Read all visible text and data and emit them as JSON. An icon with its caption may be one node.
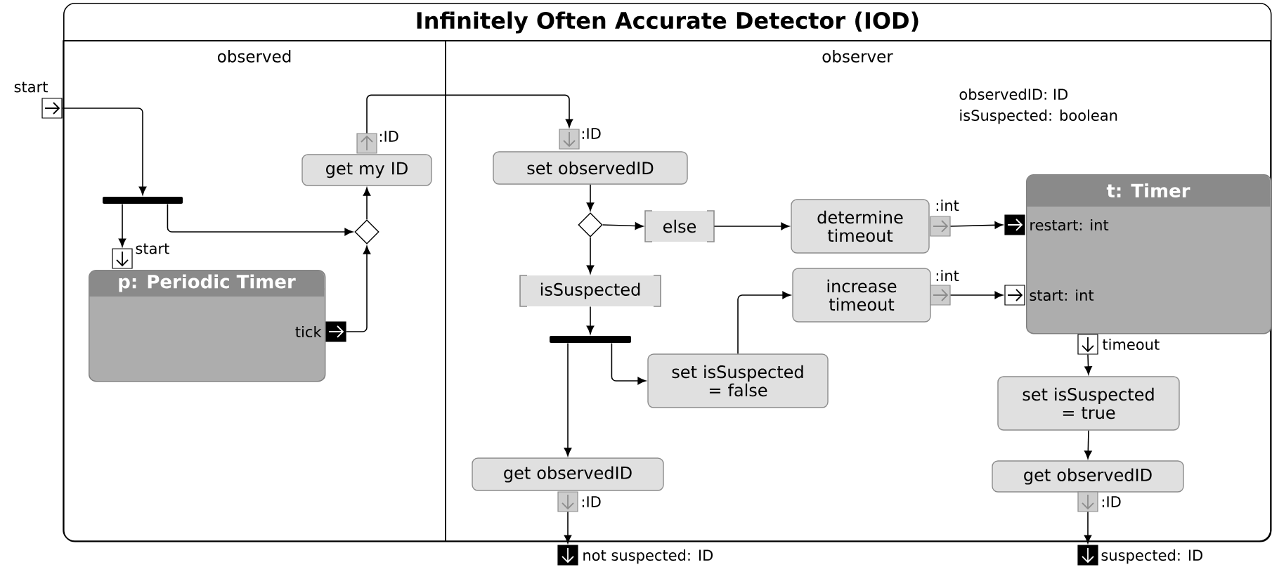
{
  "diagram": {
    "nodes": [
      {
        "text": [
          "Infinitely Often Accurate Detector (IOD)"
        ]
      },
      {
        "text": [
          "observed"
        ],
        "in": 0
      },
      {
        "text": [
          "observer"
        ],
        "in": 0
      },
      {
        "text": [],
        "shape": "box",
        "beside": [
          "start"
        ]
      },
      {
        "text": [],
        "shape": "bar",
        "in": 1
      },
      {
        "text": [
          "p: Periodic Timer"
        ],
        "in": 1
      },
      {
        "text": [],
        "shape": "box",
        "beside": [
          "start"
        ],
        "in": 1
      },
      {
        "text": [],
        "shape": "box",
        "beside": [
          "tick"
        ],
        "in": 1
      },
      {
        "text": [],
        "shape": "diamond",
        "in": 1
      },
      {
        "text": [
          "get my ID"
        ],
        "in": 1
      },
      {
        "text": [],
        "shape": "box",
        "beside": [
          ":ID"
        ],
        "in": 1
      },
      {
        "text": [],
        "shape": "box",
        "beside": [
          ":ID"
        ],
        "in": 2
      },
      {
        "text": [
          "set observedID"
        ],
        "in": 2
      },
      {
        "text": [],
        "shape": "diamond",
        "in": 2
      },
      {
        "text": [
          "else"
        ],
        "in": 2
      },
      {
        "text": [
          "isSuspected"
        ],
        "in": 2
      },
      {
        "text": [],
        "shape": "bar",
        "in": 2
      },
      {
        "text": [
          "set isSuspected = false"
        ],
        "in": 2
      },
      {
        "text": [
          "determine timeout"
        ],
        "in": 2
      },
      {
        "text": [],
        "shape": "box",
        "beside": [
          ":int"
        ],
        "in": 2
      },
      {
        "text": [
          "increase timeout"
        ],
        "in": 2
      },
      {
        "text": [],
        "shape": "box",
        "beside": [
          ":int"
        ],
        "in": 2
      },
      {
        "text": [
          "t: Timer"
        ],
        "in": 2
      },
      {
        "text": [],
        "shape": "box",
        "beside": [
          "restart: int"
        ],
        "in": 2
      },
      {
        "text": [],
        "shape": "box",
        "beside": [
          "start: int"
        ],
        "in": 2
      },
      {
        "text": [],
        "shape": "box",
        "beside": [
          "timeout"
        ],
        "in": 2
      },
      {
        "text": [
          "set isSuspected = true"
        ],
        "in": 2
      },
      {
        "text": [
          "get observedID"
        ],
        "in": 2
      },
      {
        "text": [],
        "shape": "box",
        "beside": [
          ":ID"
        ],
        "in": 2
      },
      {
        "text": [
          "get observedID"
        ],
        "in": 2
      },
      {
        "text": [],
        "shape": "box",
        "beside": [
          ":ID"
        ],
        "in": 2
      },
      {
        "text": [],
        "shape": "box",
        "beside": [
          "not suspected: ID"
        ]
      },
      {
        "text": [],
        "shape": "box",
        "beside": [
          "suspected: ID"
        ]
      }
    ],
    "edges": [
      {
        "from": 3,
        "to": 4,
        "arrow": "to"
      },
      {
        "from": 4,
        "to": 6,
        "arrow": "to"
      },
      {
        "from": 4,
        "to": 8,
        "arrow": "to"
      },
      {
        "from": 7,
        "to": 8,
        "arrow": "to"
      },
      {
        "from": 8,
        "to": 9,
        "arrow": "to"
      },
      {
        "from": 10,
        "to": 11,
        "arrow": "to"
      },
      {
        "from": 12,
        "to": 13,
        "arrow": "to"
      },
      {
        "from": 13,
        "to": 14,
        "arrow": "to"
      },
      {
        "from": 14,
        "to": 18,
        "arrow": "to"
      },
      {
        "from": 13,
        "to": 15,
        "arrow": "to"
      },
      {
        "from": 15,
        "to": 16,
        "arrow": "to"
      },
      {
        "from": 16,
        "to": 17,
        "arrow": "to"
      },
      {
        "from": 16,
        "to": 29,
        "arrow": "to"
      },
      {
        "from": 17,
        "to": 20,
        "arrow": "to"
      },
      {
        "from": 19,
        "to": 23,
        "arrow": "to"
      },
      {
        "from": 21,
        "to": 24,
        "arrow": "to"
      },
      {
        "from": 25,
        "to": 26,
        "arrow": "to"
      },
      {
        "from": 26,
        "to": 27,
        "arrow": "to"
      },
      {
        "from": 28,
        "to": 32,
        "arrow": "to"
      },
      {
        "from": 30,
        "to": 31,
        "arrow": "to"
      }
    ],
    "labels": [
      "observedID: ID",
      "isSuspected: boolean"
    ]
  }
}
